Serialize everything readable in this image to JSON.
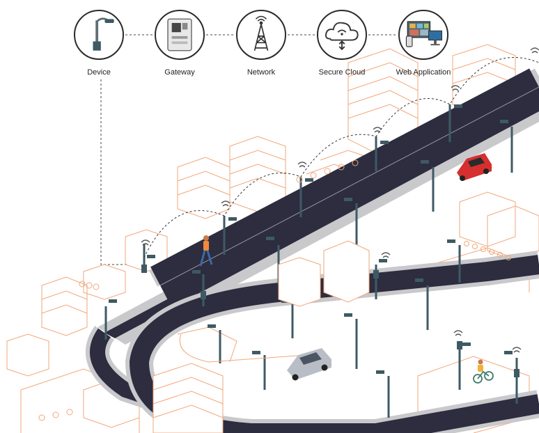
{
  "pipeline": {
    "nodes": [
      {
        "label": "Device",
        "icon": "street-lamp-device-icon"
      },
      {
        "label": "Gateway",
        "icon": "gateway-controller-icon"
      },
      {
        "label": "Network",
        "icon": "cell-tower-icon"
      },
      {
        "label": "Secure Cloud",
        "icon": "secure-cloud-icon"
      },
      {
        "label": "Web Application",
        "icon": "web-dashboard-icon"
      }
    ]
  },
  "colors": {
    "road": "#2d2d3f",
    "sidewalk": "#c9c9cc",
    "building_outline": "#f2a77a",
    "lamp": "#3e5a64",
    "car_red": "#d62f2f",
    "car_silver": "#b9bec6",
    "connector": "#444444"
  }
}
